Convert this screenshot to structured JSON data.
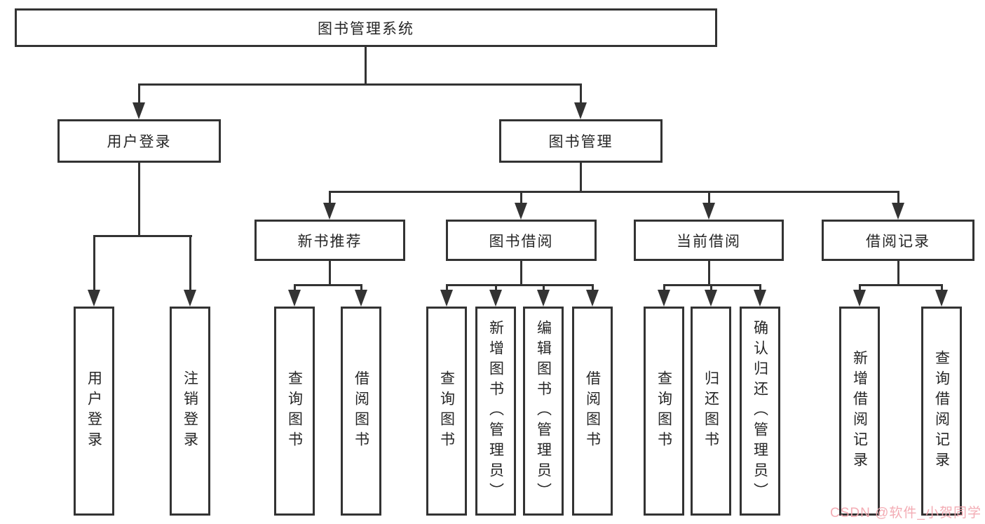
{
  "diagram": {
    "root": {
      "label": "图书管理系统"
    },
    "user_login": {
      "label": "用户登录",
      "children": [
        {
          "label": "用户登录"
        },
        {
          "label": "注销登录"
        }
      ]
    },
    "book_management": {
      "label": "图书管理",
      "sections": [
        {
          "label": "新书推荐",
          "children": [
            {
              "label": "查询图书"
            },
            {
              "label": "借阅图书"
            }
          ]
        },
        {
          "label": "图书借阅",
          "children": [
            {
              "label": "查询图书"
            },
            {
              "label": "新增图书（管理员）"
            },
            {
              "label": "编辑图书（管理员）"
            },
            {
              "label": "借阅图书"
            }
          ]
        },
        {
          "label": "当前借阅",
          "children": [
            {
              "label": "查询图书"
            },
            {
              "label": "归还图书"
            },
            {
              "label": "确认归还（管理员）"
            }
          ]
        },
        {
          "label": "借阅记录",
          "children": [
            {
              "label": "新增借阅记录"
            },
            {
              "label": "查询借阅记录"
            }
          ]
        }
      ]
    },
    "watermark": "CSDN @软件_小贺同学"
  },
  "colors": {
    "line": "#333333",
    "text": "#262626",
    "background": "#ffffff",
    "watermark": "#f2a8b0"
  }
}
